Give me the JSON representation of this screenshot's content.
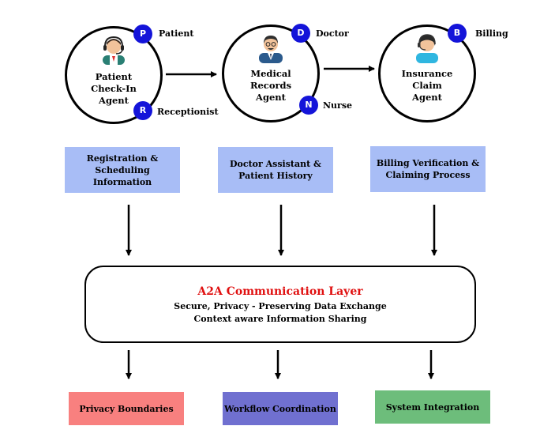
{
  "agents": [
    {
      "label": "Patient\nCheck-In\nAgent",
      "badges": [
        {
          "letter": "P",
          "role": "Patient"
        },
        {
          "letter": "R",
          "role": "Receptionist"
        }
      ],
      "icon": "receptionist-icon"
    },
    {
      "label": "Medical\nRecords\nAgent",
      "badges": [
        {
          "letter": "D",
          "role": "Doctor"
        },
        {
          "letter": "N",
          "role": "Nurse"
        }
      ],
      "icon": "doctor-icon"
    },
    {
      "label": "Insurance\nClaim\nAgent",
      "badges": [
        {
          "letter": "B",
          "role": "Billing"
        }
      ],
      "icon": "billing-agent-icon"
    }
  ],
  "info_boxes": [
    "Registration &\nScheduling Information",
    "Doctor Assistant &\nPatient History",
    "Billing Verification &\nClaiming Process"
  ],
  "layer": {
    "title": "A2A Communication Layer",
    "line1": "Secure, Privacy - Preserving Data Exchange",
    "line2": "Context aware Information Sharing"
  },
  "outputs": [
    {
      "label": "Privacy Boundaries",
      "color": "#f8807f"
    },
    {
      "label": "Workflow Coordination",
      "color": "#7070d0"
    },
    {
      "label": "System Integration",
      "color": "#6dbd7b"
    }
  ],
  "colors": {
    "badge": "#1414d9",
    "info_box": "#a8bdf6",
    "layer_title": "#e01010"
  }
}
